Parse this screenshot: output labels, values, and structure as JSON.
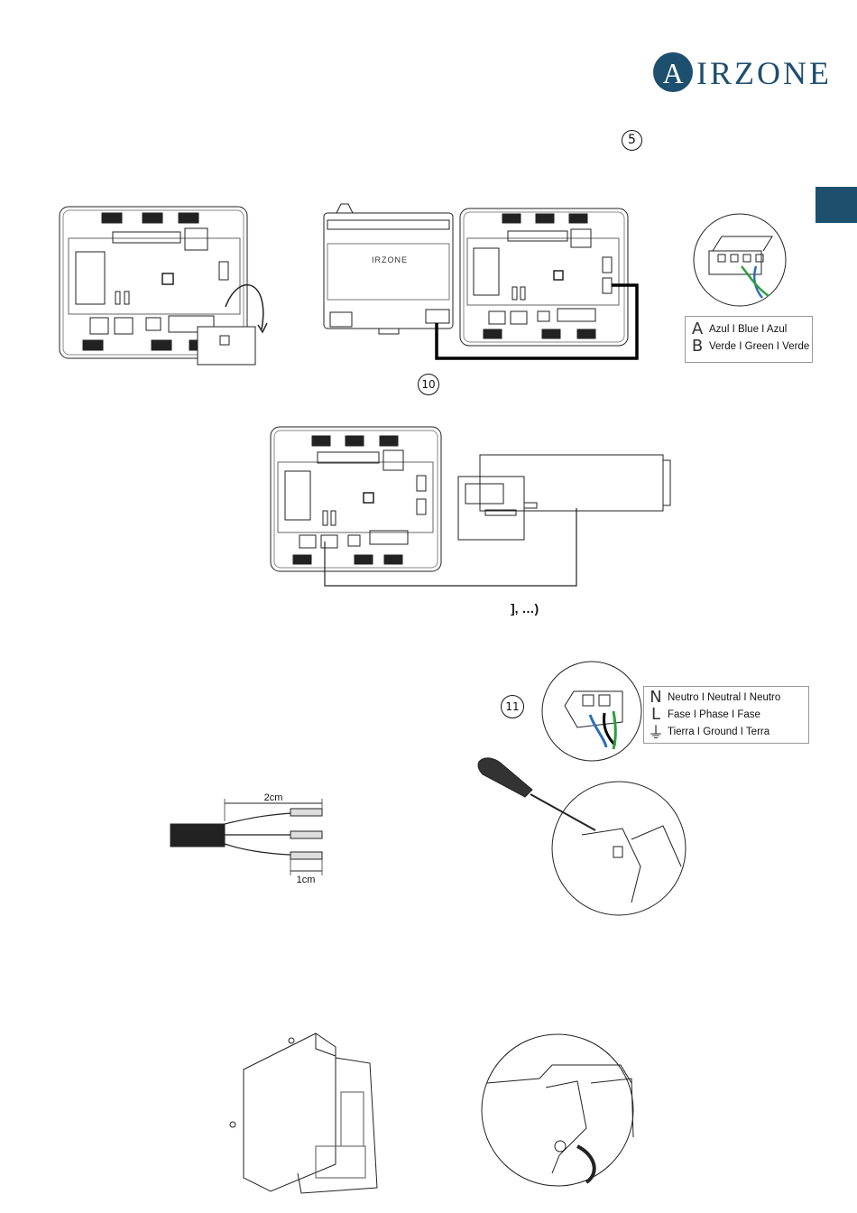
{
  "header": {
    "logo_text": "IRZONE",
    "logo_initial": "A",
    "brand_color": "#1d4f6e"
  },
  "markers": {
    "step5": "5",
    "step10": "10",
    "step11": "11"
  },
  "fragment_text": "], …)",
  "device_label": "IRZONE",
  "legend_bus": {
    "rows": [
      {
        "letter": "A",
        "text": "Azul I Blue I Azul"
      },
      {
        "letter": "B",
        "text": "Verde I Green I Verde"
      }
    ]
  },
  "legend_power": {
    "rows": [
      {
        "letter": "N",
        "text": "Neutro I Neutral I Neutro"
      },
      {
        "letter": "L",
        "text": "Fase I Phase I Fase"
      },
      {
        "letter": "⏚",
        "text": "Tierra I Ground I Terra"
      }
    ]
  },
  "cable_dims": {
    "long": "2cm",
    "short": "1cm"
  }
}
